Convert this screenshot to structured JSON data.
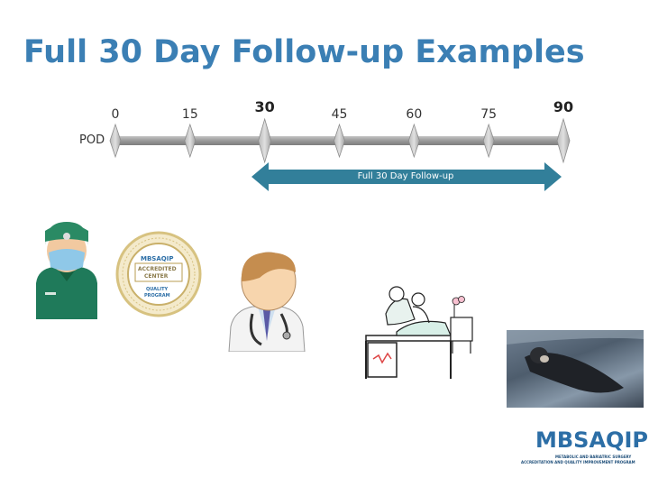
{
  "title": "Full 30 Day Follow-up Examples",
  "timeline": {
    "start_label": "POD",
    "ticks": [
      {
        "label": "0",
        "bold": false
      },
      {
        "label": "15",
        "bold": false
      },
      {
        "label": "30",
        "bold": true
      },
      {
        "label": "45",
        "bold": false
      },
      {
        "label": "60",
        "bold": false
      },
      {
        "label": "75",
        "bold": false
      },
      {
        "label": "90",
        "bold": true
      }
    ],
    "followup_label": "Full 30 Day Follow-up"
  },
  "badge": {
    "brand": "MBSAQIP",
    "line1": "ACCREDITED",
    "line2": "CENTER",
    "line3": "QUALITY",
    "line4": "PROGRAM"
  },
  "logo": {
    "name": "MBSAQIP",
    "sub1": "METABOLIC AND BARIATRIC SURGERY",
    "sub2": "ACCREDITATION AND QUALITY IMPROVEMENT PROGRAM"
  },
  "colors": {
    "title": "#3b7fb4",
    "bar": "#9a9a9a",
    "arrow": "#327f9a",
    "surgeon": "#1f7a5a"
  }
}
